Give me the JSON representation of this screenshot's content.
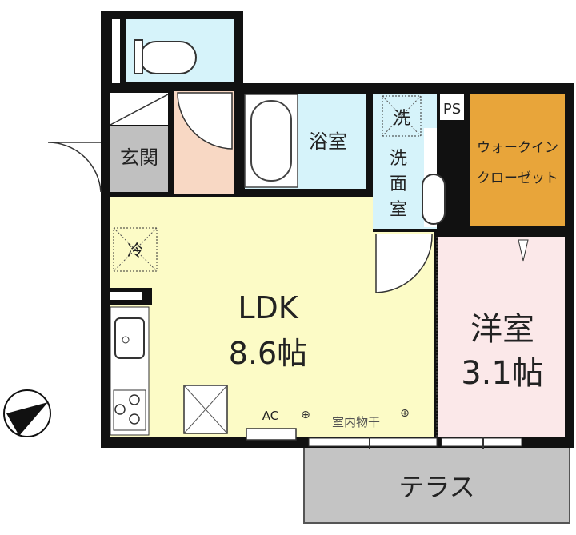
{
  "rooms": {
    "toilet": {
      "color": "#d6f3fa"
    },
    "entrance": {
      "label": "玄関",
      "color": "#c0c0c0"
    },
    "hallway": {
      "color": "#f8d8c4"
    },
    "bathroom": {
      "label": "浴室",
      "color": "#d6f3fa"
    },
    "washroom": {
      "label_lines": [
        "洗",
        "面",
        "室"
      ],
      "washer_label": "洗",
      "color": "#d6f3fa"
    },
    "ps": {
      "label": "PS"
    },
    "walk_in_closet": {
      "label_lines": [
        "ウォークイン",
        "クローゼット"
      ],
      "color": "#e8a53a"
    },
    "ldk": {
      "label": "LDK",
      "size": "8.6帖",
      "fridge_label": "冷",
      "ac_label": "AC",
      "drying_label": "室内物干",
      "color": "#fcfbc6"
    },
    "western_room": {
      "label": "洋室",
      "size": "3.1帖",
      "color": "#fbe8e9"
    },
    "terrace": {
      "label": "テラス",
      "color": "#c4c4c4"
    }
  },
  "compass": {
    "icon": "north-arrow-icon"
  }
}
